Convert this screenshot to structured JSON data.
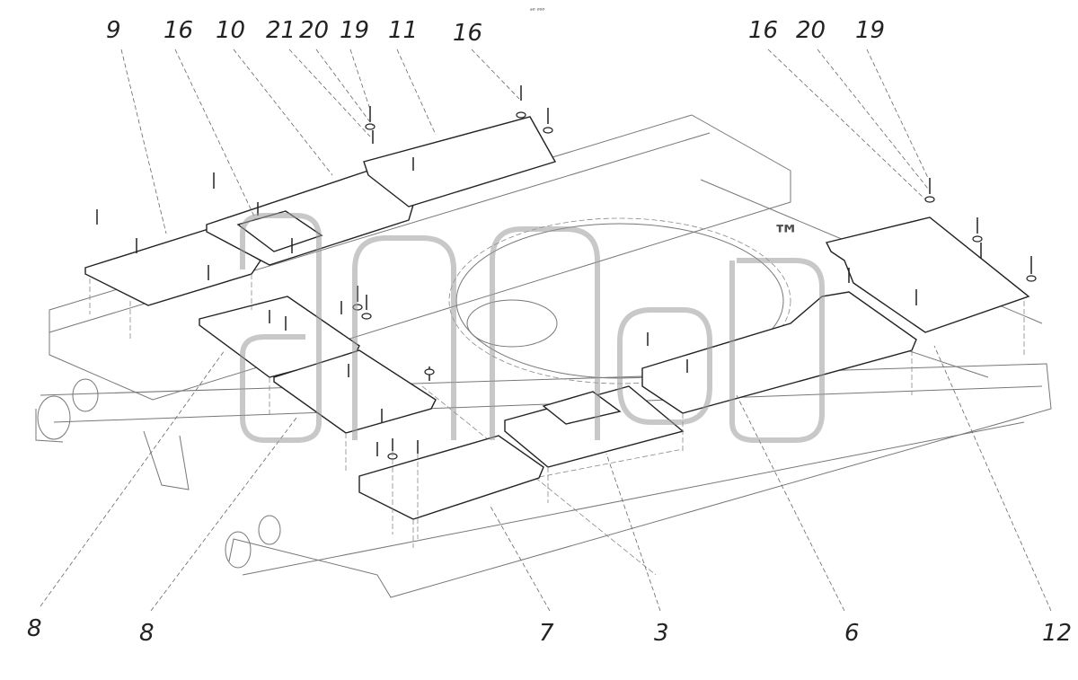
{
  "header_note": "ᵃ⁰ ⁰⁰⁰",
  "watermark": {
    "text": "™"
  },
  "callouts": {
    "top": [
      "9",
      "16",
      "10",
      "21",
      "20",
      "19",
      "11",
      "16",
      "16",
      "20",
      "19"
    ],
    "bottom": [
      "8",
      "8",
      "7",
      "3",
      "6",
      "12"
    ]
  },
  "colors": {
    "line": "#222222",
    "watermark": "#9a9a9a"
  }
}
